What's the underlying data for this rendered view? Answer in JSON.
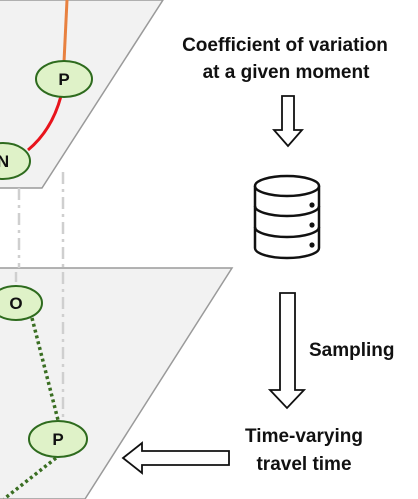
{
  "labels": {
    "coefficient_line1": "Coefficient of variation",
    "coefficient_line2": "at a given moment",
    "sampling": "Sampling",
    "time_varying_line1": "Time-varying",
    "time_varying_line2": "travel time"
  },
  "nodes": {
    "upper_p": "P",
    "upper_n": "N",
    "lower_o": "O",
    "lower_p": "P"
  },
  "colors": {
    "plane_fill": "#f2f2f2",
    "plane_stroke": "#9a9a9a",
    "node_fill": "#dff2c8",
    "node_stroke": "#2e6b1e",
    "edge_orange": "#e88140",
    "edge_red": "#e8141c",
    "edge_green_dotted": "#3a6e22"
  }
}
